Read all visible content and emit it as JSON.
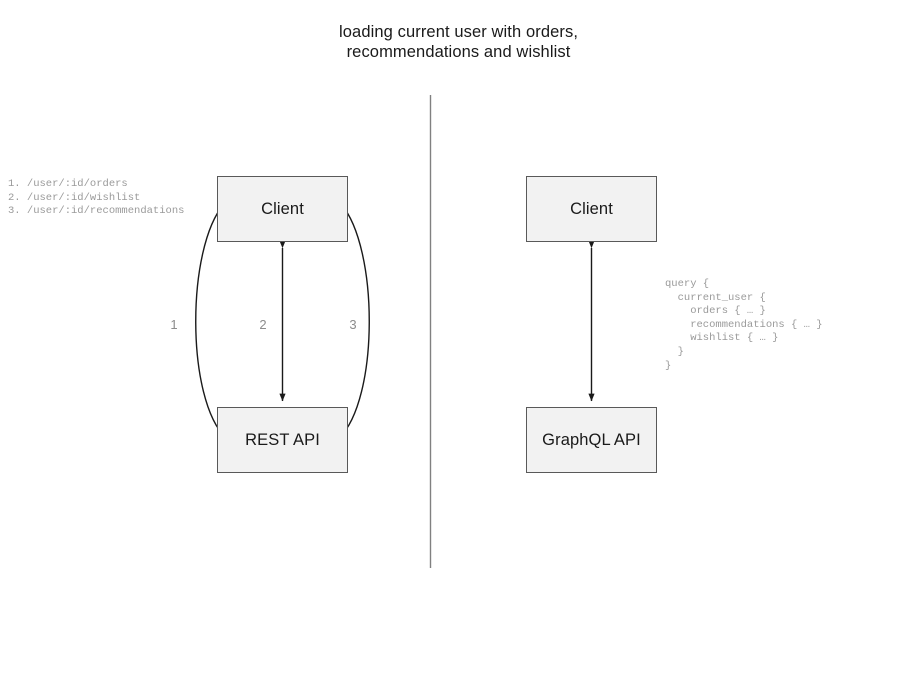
{
  "title": "loading current user with orders,\nrecommendations and wishlist",
  "divider": {
    "name": "vertical-divider",
    "color": "#808080"
  },
  "rest_side": {
    "client_label": "Client",
    "api_label": "REST API",
    "endpoints": "1. /user/:id/orders\n2. /user/:id/wishlist\n3. /user/:id/recommendations",
    "arrow_labels": [
      "1",
      "2",
      "3"
    ]
  },
  "graphql_side": {
    "client_label": "Client",
    "api_label": "GraphQL API",
    "query": "query {\n  current_user {\n    orders { … }\n    recommendations { … }\n    wishlist { … }\n  }\n}"
  },
  "colors": {
    "node_fill": "#f2f2f2",
    "node_border": "#595959",
    "text": "#1a1a1a",
    "annotation_text": "#9a9a9a",
    "arrow": "#1a1a1a",
    "label": "#8c8c8c"
  }
}
